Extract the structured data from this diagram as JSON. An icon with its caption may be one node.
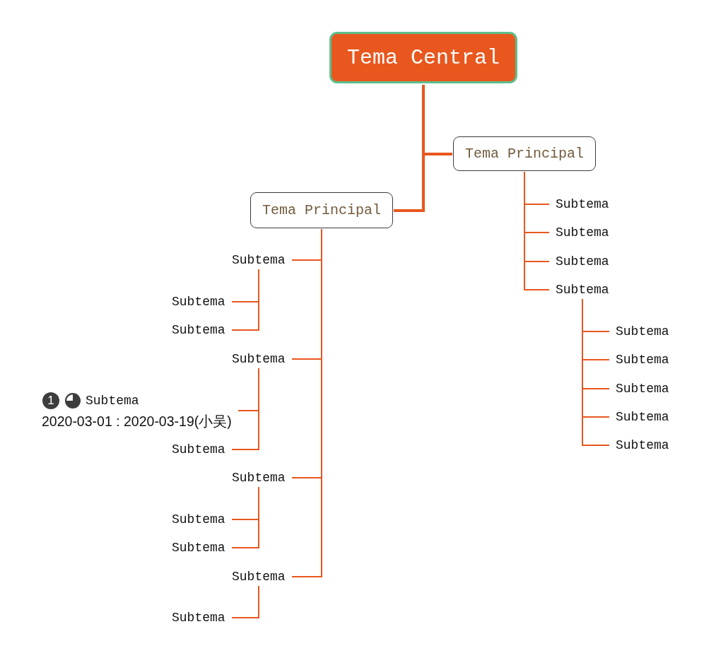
{
  "diagram": {
    "nodes": [
      {
        "text": [
          "Tema Central"
        ]
      },
      {
        "text": [
          "Tema Principal"
        ]
      },
      {
        "text": [
          "Subtema"
        ]
      },
      {
        "text": [
          "Subtema"
        ]
      },
      {
        "text": [
          "Subtema"
        ]
      },
      {
        "text": [
          "Subtema"
        ]
      },
      {
        "text": [
          "Subtema"
        ]
      },
      {
        "text": [
          "Subtema"
        ]
      },
      {
        "text": [
          "Subtema"
        ]
      },
      {
        "text": [
          "Subtema"
        ]
      },
      {
        "text": [
          "Subtema"
        ]
      },
      {
        "text": [
          "Tema Principal"
        ]
      },
      {
        "text": [
          "Subtema"
        ]
      },
      {
        "text": [
          "Subtema"
        ]
      },
      {
        "text": [
          "Subtema"
        ]
      },
      {
        "text": [
          "Subtema"
        ]
      },
      {
        "text": [
          "1",
          "Subtema",
          "2020-03-01 : 2020-03-19(小吴)"
        ]
      },
      {
        "text": [
          "Subtema"
        ]
      },
      {
        "text": [
          "Subtema"
        ]
      },
      {
        "text": [
          "Subtema"
        ]
      },
      {
        "text": [
          "Subtema"
        ]
      },
      {
        "text": [
          "Subtema"
        ]
      },
      {
        "text": [
          "Subtema"
        ]
      }
    ],
    "edges": [
      {
        "from": 0,
        "to": 1,
        "arrow": "none",
        "style": "thick"
      },
      {
        "from": 0,
        "to": 11,
        "arrow": "none",
        "style": "thick"
      },
      {
        "from": 1,
        "to": 2,
        "arrow": "none"
      },
      {
        "from": 1,
        "to": 3,
        "arrow": "none"
      },
      {
        "from": 1,
        "to": 4,
        "arrow": "none"
      },
      {
        "from": 1,
        "to": 5,
        "arrow": "none"
      },
      {
        "from": 5,
        "to": 6,
        "arrow": "none"
      },
      {
        "from": 5,
        "to": 7,
        "arrow": "none"
      },
      {
        "from": 5,
        "to": 8,
        "arrow": "none"
      },
      {
        "from": 5,
        "to": 9,
        "arrow": "none"
      },
      {
        "from": 5,
        "to": 10,
        "arrow": "none"
      },
      {
        "from": 11,
        "to": 12,
        "arrow": "none"
      },
      {
        "from": 11,
        "to": 15,
        "arrow": "none"
      },
      {
        "from": 11,
        "to": 18,
        "arrow": "none"
      },
      {
        "from": 11,
        "to": 21,
        "arrow": "none"
      },
      {
        "from": 12,
        "to": 13,
        "arrow": "none"
      },
      {
        "from": 12,
        "to": 14,
        "arrow": "none"
      },
      {
        "from": 15,
        "to": 16,
        "arrow": "none"
      },
      {
        "from": 15,
        "to": 17,
        "arrow": "none"
      },
      {
        "from": 18,
        "to": 19,
        "arrow": "none"
      },
      {
        "from": 18,
        "to": 20,
        "arrow": "none"
      },
      {
        "from": 21,
        "to": 22,
        "arrow": "none"
      }
    ]
  }
}
